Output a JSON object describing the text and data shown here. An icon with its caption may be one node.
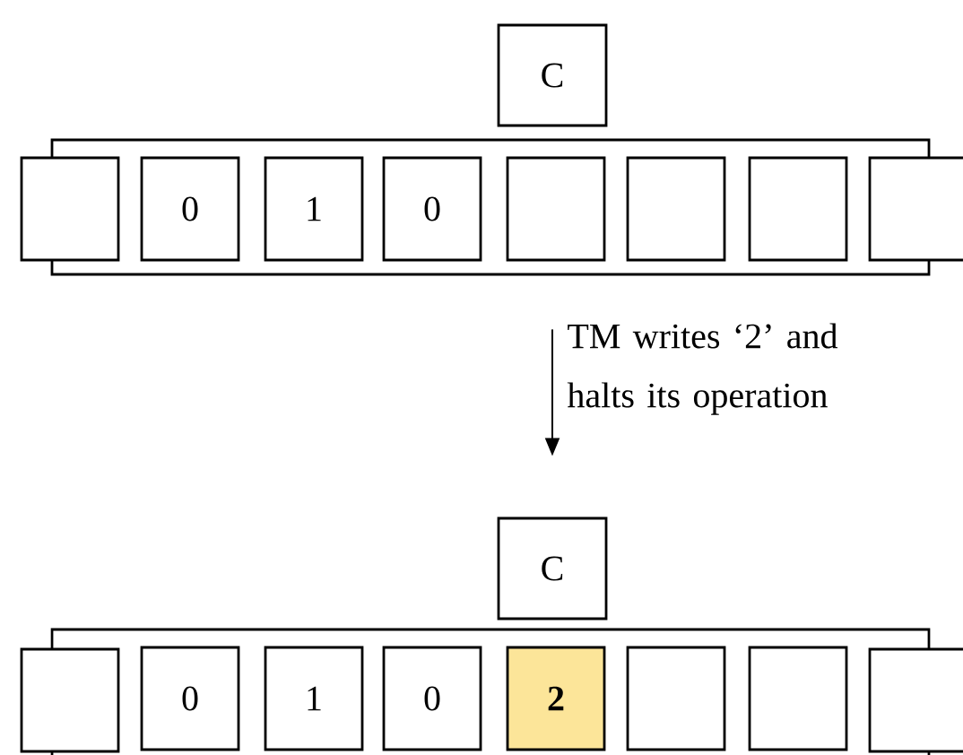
{
  "diagram": {
    "nodes": [
      {
        "text": [
          "C"
        ]
      },
      {
        "text": [],
        "shape": "bar"
      },
      {
        "text": [],
        "shape": "box"
      },
      {
        "text": [
          "0"
        ],
        "in": 1
      },
      {
        "text": [
          "1"
        ],
        "in": 1
      },
      {
        "text": [
          "0"
        ],
        "in": 1
      },
      {
        "text": [],
        "shape": "box",
        "in": 1
      },
      {
        "text": [],
        "shape": "box",
        "in": 1
      },
      {
        "text": [],
        "shape": "box",
        "in": 1
      },
      {
        "text": [],
        "shape": "box"
      },
      {
        "text": [
          "C"
        ]
      },
      {
        "text": [],
        "shape": "bar"
      },
      {
        "text": [],
        "shape": "box"
      },
      {
        "text": [
          "0"
        ],
        "in": 11
      },
      {
        "text": [
          "1"
        ],
        "in": 11
      },
      {
        "text": [
          "0"
        ],
        "in": 11
      },
      {
        "text": [
          "2"
        ],
        "in": 11
      },
      {
        "text": [],
        "shape": "box",
        "in": 11
      },
      {
        "text": [],
        "shape": "box",
        "in": 11
      },
      {
        "text": [],
        "shape": "box"
      }
    ],
    "edges": [
      {
        "from": 1,
        "to": 10,
        "arrow": "to",
        "label": "TM writes ‘2’ and halts its operation"
      }
    ]
  }
}
